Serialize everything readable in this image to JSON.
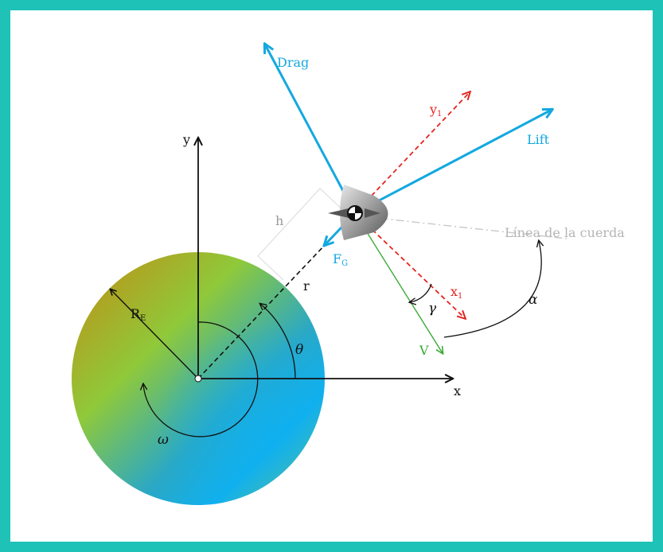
{
  "labels": {
    "drag": "Drag",
    "lift": "Lift",
    "y1_main": "y",
    "y1_sub": "1",
    "x1_main": "x",
    "x1_sub": "1",
    "fg_main": "F",
    "fg_sub": "G",
    "v": "V",
    "gamma": "γ",
    "alpha": "α",
    "chord_line": "Línea de la cuerda",
    "h": "h",
    "r": "r",
    "re_main": "R",
    "re_sub": "E",
    "theta": "θ",
    "omega": "ω",
    "x_axis": "x",
    "y_axis": "y"
  },
  "colors": {
    "frame": "#1ec2b7",
    "aero": "#14a8e0",
    "body_axes": "#e3261f",
    "velocity": "#3aaa35",
    "chord": "#c8c8c8",
    "black": "#111111"
  }
}
